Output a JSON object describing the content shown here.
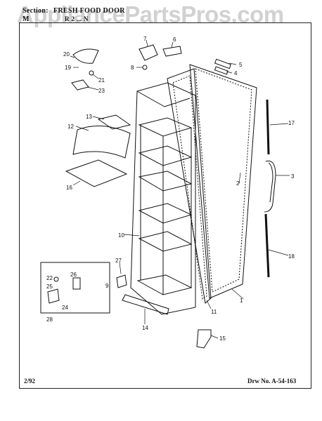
{
  "header": {
    "section_label": "Section:",
    "section_value": "FRESH FOOD DOOR",
    "model_label": "M",
    "model_value": "R 2 ... N"
  },
  "watermark": "AppliancePartsPros.com",
  "footer": {
    "date": "2/92",
    "drawing_no": "Drw No. A-54-163"
  },
  "callouts": [
    "1",
    "2",
    "3",
    "4",
    "5",
    "6",
    "7",
    "8",
    "9",
    "10",
    "11",
    "12",
    "13",
    "14",
    "15",
    "16",
    "17",
    "18",
    "19",
    "20",
    "21",
    "22",
    "23",
    "24",
    "25",
    "26",
    "27",
    "28"
  ],
  "colors": {
    "line": "#111111",
    "watermark": "#c9c9c9",
    "background": "#ffffff"
  }
}
